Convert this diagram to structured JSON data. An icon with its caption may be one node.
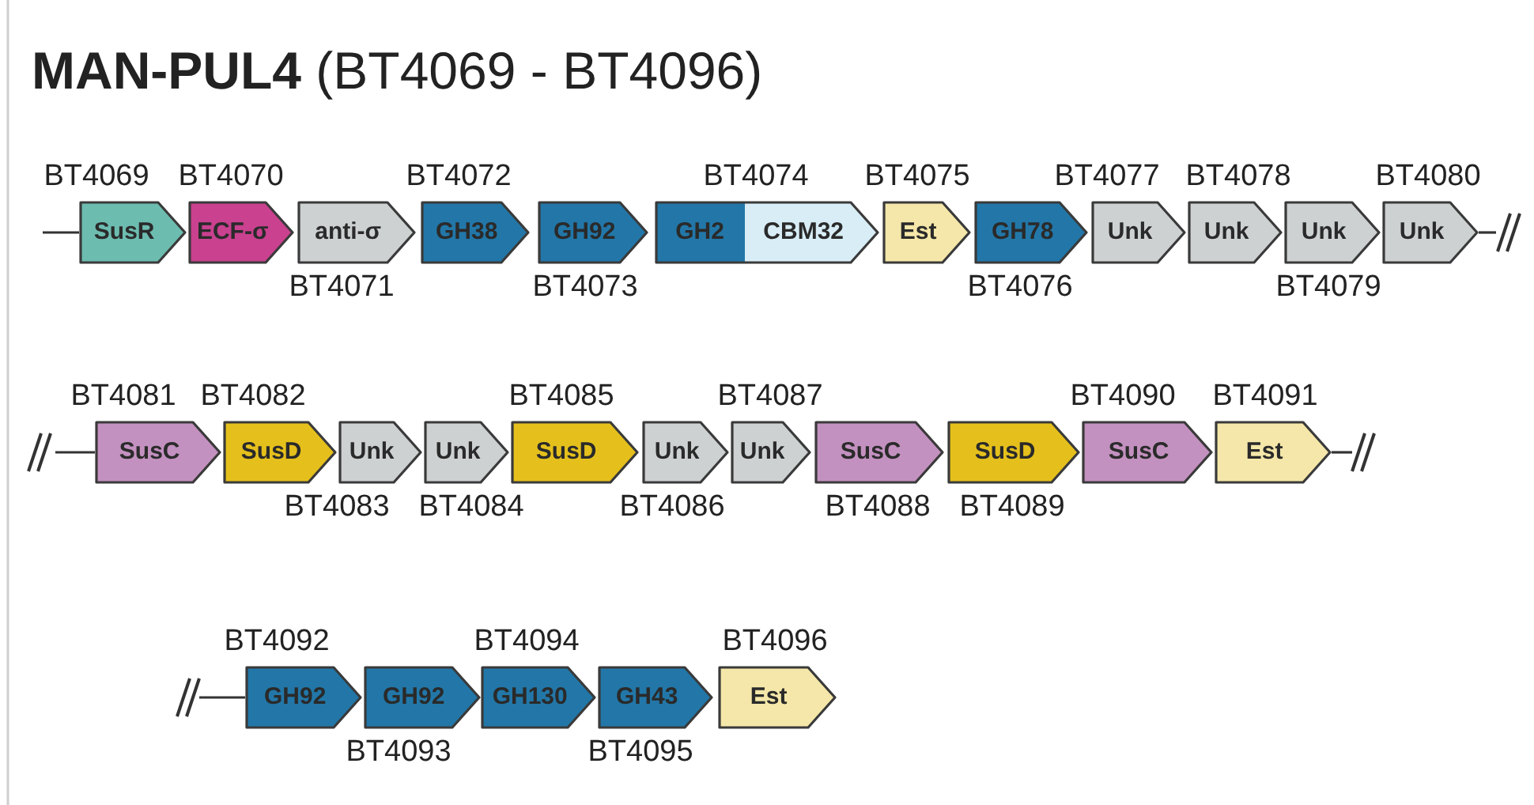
{
  "diagram": {
    "title": "**MAN-PUL4** (BT4069 - BT4096)",
    "nodes": [
      {
        "text": [
          "SusR"
        ],
        "beside": [
          "BT4069"
        ]
      },
      {
        "text": [
          "ECF-σ"
        ],
        "beside": [
          "BT4070"
        ]
      },
      {
        "text": [
          "anti-σ"
        ],
        "beside": [
          "BT4071"
        ]
      },
      {
        "text": [
          "GH38"
        ],
        "beside": [
          "BT4072"
        ]
      },
      {
        "text": [
          "GH92"
        ],
        "beside": [
          "BT4073"
        ]
      },
      {
        "text": [
          "GH2",
          "CBM32"
        ],
        "beside": [
          "BT4074"
        ]
      },
      {
        "text": [
          "Est"
        ],
        "beside": [
          "BT4075"
        ]
      },
      {
        "text": [
          "GH78"
        ],
        "beside": [
          "BT4076"
        ]
      },
      {
        "text": [
          "Unk"
        ],
        "beside": [
          "BT4077"
        ]
      },
      {
        "text": [
          "Unk"
        ],
        "beside": [
          "BT4078"
        ]
      },
      {
        "text": [
          "Unk"
        ],
        "beside": [
          "BT4079"
        ]
      },
      {
        "text": [
          "Unk"
        ],
        "beside": [
          "BT4080"
        ]
      },
      {
        "text": [
          "SusC"
        ],
        "beside": [
          "BT4081"
        ]
      },
      {
        "text": [
          "SusD"
        ],
        "beside": [
          "BT4082"
        ]
      },
      {
        "text": [
          "Unk"
        ],
        "beside": [
          "BT4083"
        ]
      },
      {
        "text": [
          "Unk"
        ],
        "beside": [
          "BT4084"
        ]
      },
      {
        "text": [
          "SusD"
        ],
        "beside": [
          "BT4085"
        ]
      },
      {
        "text": [
          "Unk"
        ],
        "beside": [
          "BT4086"
        ]
      },
      {
        "text": [
          "Unk"
        ],
        "beside": [
          "BT4087"
        ]
      },
      {
        "text": [
          "SusC"
        ],
        "beside": [
          "BT4088"
        ]
      },
      {
        "text": [
          "SusD"
        ],
        "beside": [
          "BT4089"
        ]
      },
      {
        "text": [
          "SusC"
        ],
        "beside": [
          "BT4090"
        ]
      },
      {
        "text": [
          "Est"
        ],
        "beside": [
          "BT4091"
        ]
      },
      {
        "text": [
          "GH92"
        ],
        "beside": [
          "BT4092"
        ]
      },
      {
        "text": [
          "GH92"
        ],
        "beside": [
          "BT4093"
        ]
      },
      {
        "text": [
          "GH130"
        ],
        "beside": [
          "BT4094"
        ]
      },
      {
        "text": [
          "GH43"
        ],
        "beside": [
          "BT4095"
        ]
      },
      {
        "text": [
          "Est"
        ],
        "beside": [
          "BT4096"
        ]
      }
    ]
  }
}
